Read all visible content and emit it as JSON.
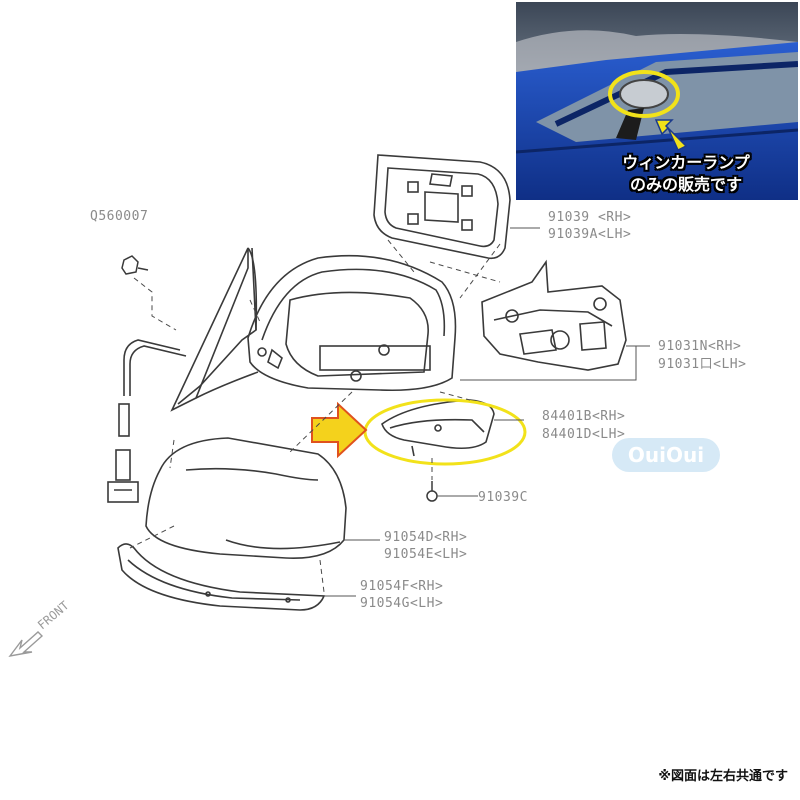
{
  "part_labels": {
    "q560007": "Q560007",
    "p91039_rh": "91039 <RH>",
    "p91039a_lh": "91039A<LH>",
    "p91031n_rh": "91031N<RH>",
    "p91031_lh": "91031口<LH>",
    "p84401b_rh": "84401B<RH>",
    "p84401d_lh": "84401D<LH>",
    "p91039c": "91039C",
    "p91054d_rh": "91054D<RH>",
    "p91054e_lh": "91054E<LH>",
    "p91054f_rh": "91054F<RH>",
    "p91054g_lh": "91054G<LH>"
  },
  "front_label": "FRONT",
  "photo_caption_line1": "ウィンカーランプ",
  "photo_caption_line2": "のみの販売です",
  "watermark": "OuiOui",
  "bottom_note": "※図面は左右共通です",
  "colors": {
    "highlight": "#f2e21a",
    "arrow_fill": "#f4d21c",
    "arrow_outline": "#e0521e",
    "car_body": "#1a49b8",
    "line": "#3a3a3a",
    "label_gray": "#8a8a8a"
  }
}
